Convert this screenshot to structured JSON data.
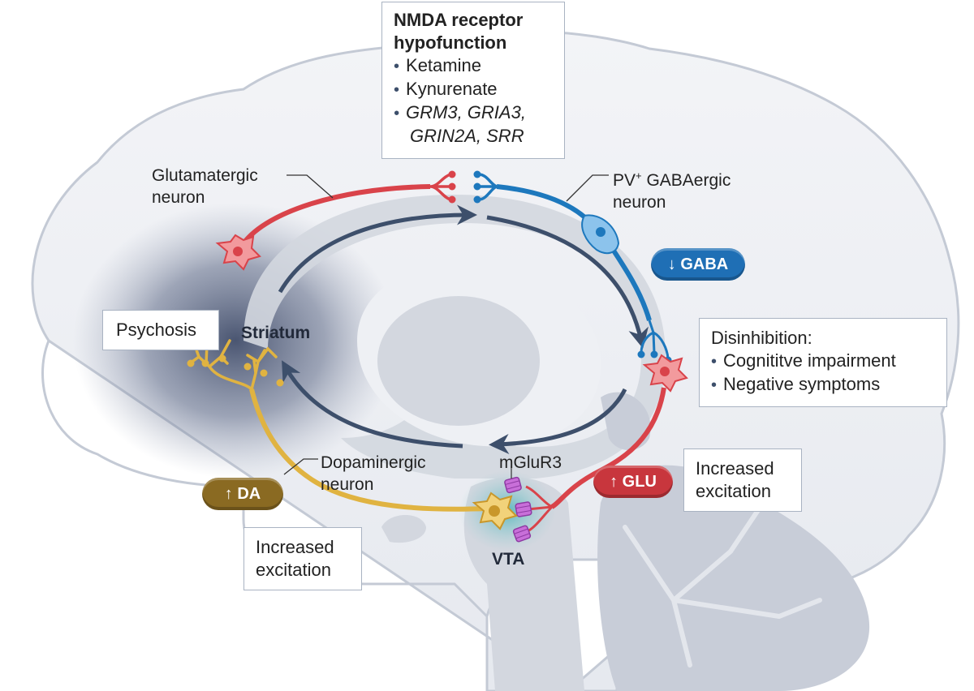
{
  "title_box": {
    "heading_line1": "NMDA receptor",
    "heading_line2": "hypofunction",
    "items": [
      "Ketamine",
      "Kynurenate"
    ],
    "genes_line1": "GRM3, GRIA3,",
    "genes_line2": "GRIN2A, SRR"
  },
  "labels": {
    "glutamatergic_line1": "Glutamatergic",
    "glutamatergic_line2": "neuron",
    "pv_line1_prefix": "PV",
    "pv_superscript": "+",
    "pv_line1_suffix": " GABAergic",
    "pv_line2": "neuron",
    "striatum": "Striatum",
    "dopaminergic_line1": "Dopaminergic",
    "dopaminergic_line2": "neuron",
    "mglur3": "mGluR3",
    "vta": "VTA"
  },
  "psychosis_box": {
    "text": "Psychosis"
  },
  "disinhibition_box": {
    "heading": "Disinhibition:",
    "items": [
      "Cognititve impairment",
      "Negative symptoms"
    ]
  },
  "excitation_box_right": {
    "line1": "Increased",
    "line2": "excitation"
  },
  "excitation_box_left": {
    "line1": "Increased",
    "line2": "excitation"
  },
  "badges": {
    "gaba": {
      "text": "↓ GABA",
      "color": "#1f6fb5"
    },
    "glu": {
      "text": "↑ GLU",
      "color": "#c8363d"
    },
    "da": {
      "text": "↑ DA",
      "color": "#8a6a22"
    }
  },
  "colors": {
    "glutamatergic": "#d9434a",
    "gabaergic": "#1d78bd",
    "dopaminergic": "#e0b341",
    "arrows": "#3d4f6b",
    "receptor": "#b15ac7",
    "brain_fill": "#eef0f4",
    "brain_inner": "#d3d7df"
  }
}
